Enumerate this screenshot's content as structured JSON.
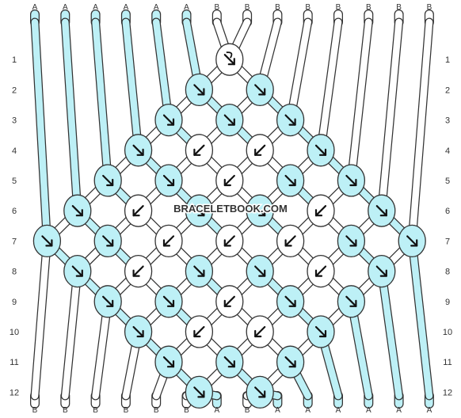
{
  "top_labels": [
    "A",
    "A",
    "A",
    "A",
    "A",
    "A",
    "B",
    "B",
    "B",
    "B",
    "B",
    "B",
    "B",
    "B"
  ],
  "bottom_labels": [
    "B",
    "B",
    "B",
    "B",
    "B",
    "B",
    "A",
    "B",
    "A",
    "A",
    "A",
    "A",
    "A",
    "A"
  ],
  "row_labels": [
    "1",
    "2",
    "3",
    "4",
    "5",
    "6",
    "7",
    "8",
    "9",
    "10",
    "11",
    "12"
  ],
  "watermark": "BRACELETBOOK.COM",
  "colors": {
    "A": "#bdf0f6",
    "B": "#ffffff",
    "outline": "#333333",
    "background": "#ffffff"
  },
  "knots": [
    {
      "row": 1,
      "col": 7,
      "color": "B",
      "arrow": "loop-down-right"
    },
    {
      "row": 2,
      "col": 6,
      "color": "A",
      "arrow": "down-right"
    },
    {
      "row": 2,
      "col": 8,
      "color": "A",
      "arrow": "down-right"
    },
    {
      "row": 3,
      "col": 5,
      "color": "A",
      "arrow": "down-right"
    },
    {
      "row": 3,
      "col": 7,
      "color": "A",
      "arrow": "down-right"
    },
    {
      "row": 3,
      "col": 9,
      "color": "A",
      "arrow": "down-right"
    },
    {
      "row": 4,
      "col": 4,
      "color": "A",
      "arrow": "down-right"
    },
    {
      "row": 4,
      "col": 6,
      "color": "B",
      "arrow": "down-left"
    },
    {
      "row": 4,
      "col": 8,
      "color": "B",
      "arrow": "down-left"
    },
    {
      "row": 4,
      "col": 10,
      "color": "A",
      "arrow": "down-right"
    },
    {
      "row": 5,
      "col": 3,
      "color": "A",
      "arrow": "down-right"
    },
    {
      "row": 5,
      "col": 5,
      "color": "A",
      "arrow": "down-right"
    },
    {
      "row": 5,
      "col": 7,
      "color": "B",
      "arrow": "down-left"
    },
    {
      "row": 5,
      "col": 9,
      "color": "A",
      "arrow": "down-right"
    },
    {
      "row": 5,
      "col": 11,
      "color": "A",
      "arrow": "down-right"
    },
    {
      "row": 6,
      "col": 2,
      "color": "A",
      "arrow": "down-right"
    },
    {
      "row": 6,
      "col": 4,
      "color": "B",
      "arrow": "down-left"
    },
    {
      "row": 6,
      "col": 6,
      "color": "A",
      "arrow": "down-right"
    },
    {
      "row": 6,
      "col": 8,
      "color": "A",
      "arrow": "down-right"
    },
    {
      "row": 6,
      "col": 10,
      "color": "B",
      "arrow": "down-left"
    },
    {
      "row": 6,
      "col": 12,
      "color": "A",
      "arrow": "down-right"
    },
    {
      "row": 7,
      "col": 1,
      "color": "A",
      "arrow": "down-right"
    },
    {
      "row": 7,
      "col": 3,
      "color": "A",
      "arrow": "down-right"
    },
    {
      "row": 7,
      "col": 5,
      "color": "B",
      "arrow": "down-left"
    },
    {
      "row": 7,
      "col": 7,
      "color": "B",
      "arrow": "down-left"
    },
    {
      "row": 7,
      "col": 9,
      "color": "B",
      "arrow": "down-left"
    },
    {
      "row": 7,
      "col": 11,
      "color": "A",
      "arrow": "down-right"
    },
    {
      "row": 7,
      "col": 13,
      "color": "A",
      "arrow": "down-right"
    },
    {
      "row": 8,
      "col": 2,
      "color": "A",
      "arrow": "down-right"
    },
    {
      "row": 8,
      "col": 4,
      "color": "B",
      "arrow": "down-left"
    },
    {
      "row": 8,
      "col": 6,
      "color": "A",
      "arrow": "down-right"
    },
    {
      "row": 8,
      "col": 8,
      "color": "A",
      "arrow": "down-right"
    },
    {
      "row": 8,
      "col": 10,
      "color": "B",
      "arrow": "down-left"
    },
    {
      "row": 8,
      "col": 12,
      "color": "A",
      "arrow": "down-right"
    },
    {
      "row": 9,
      "col": 3,
      "color": "A",
      "arrow": "down-right"
    },
    {
      "row": 9,
      "col": 5,
      "color": "A",
      "arrow": "down-right"
    },
    {
      "row": 9,
      "col": 7,
      "color": "B",
      "arrow": "down-left"
    },
    {
      "row": 9,
      "col": 9,
      "color": "A",
      "arrow": "down-right"
    },
    {
      "row": 9,
      "col": 11,
      "color": "A",
      "arrow": "down-right"
    },
    {
      "row": 10,
      "col": 4,
      "color": "A",
      "arrow": "down-right"
    },
    {
      "row": 10,
      "col": 6,
      "color": "B",
      "arrow": "down-left"
    },
    {
      "row": 10,
      "col": 8,
      "color": "B",
      "arrow": "down-left"
    },
    {
      "row": 10,
      "col": 10,
      "color": "A",
      "arrow": "down-right"
    },
    {
      "row": 11,
      "col": 5,
      "color": "A",
      "arrow": "down-right"
    },
    {
      "row": 11,
      "col": 7,
      "color": "A",
      "arrow": "down-right"
    },
    {
      "row": 11,
      "col": 9,
      "color": "A",
      "arrow": "down-right"
    },
    {
      "row": 12,
      "col": 6,
      "color": "A",
      "arrow": "down-right"
    },
    {
      "row": 12,
      "col": 8,
      "color": "A",
      "arrow": "down-right"
    }
  ]
}
